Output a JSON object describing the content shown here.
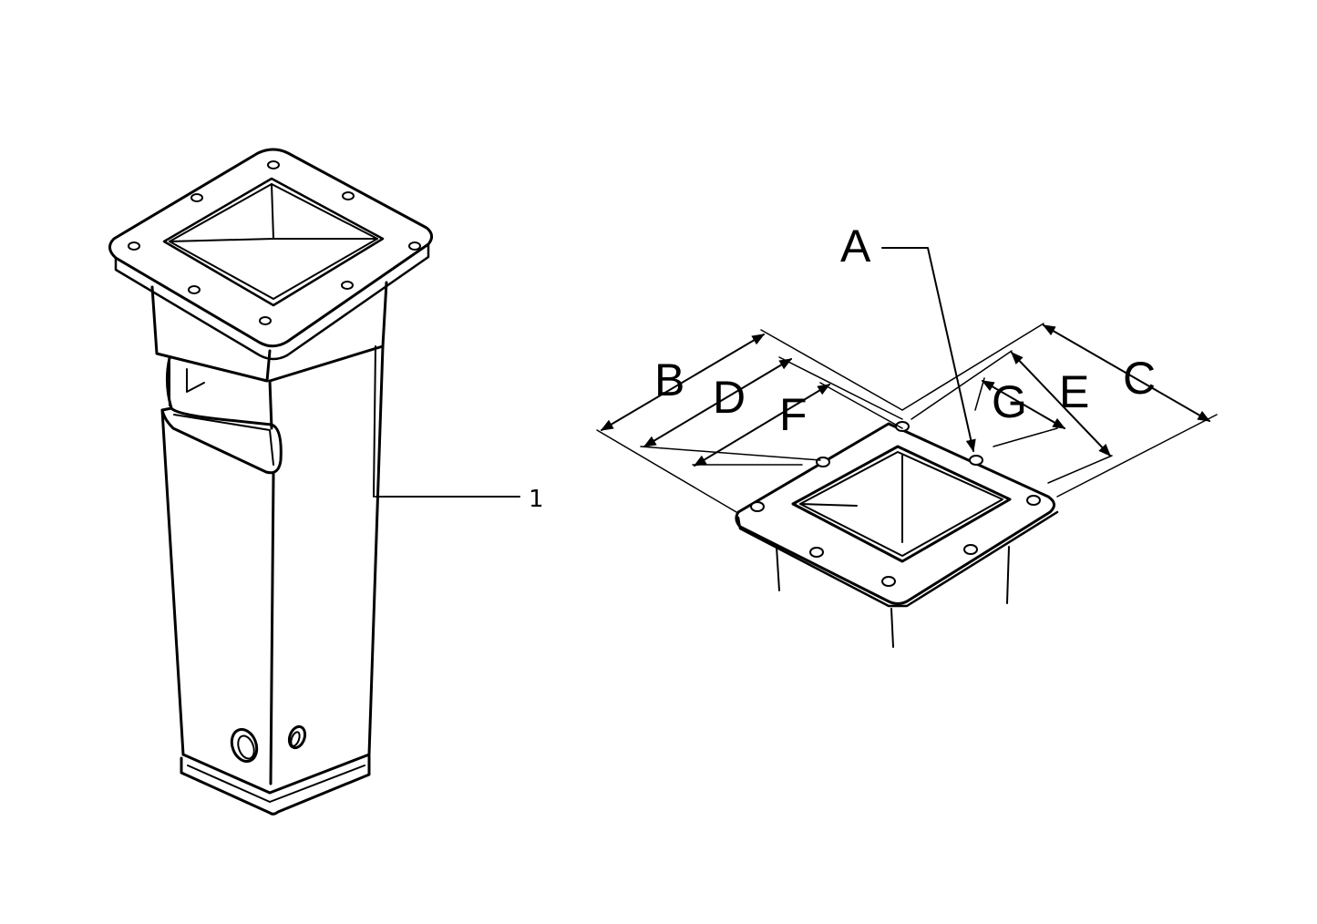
{
  "part_callout": {
    "number": "1"
  },
  "dimension_labels": {
    "A": "A",
    "B": "B",
    "C": "C",
    "D": "D",
    "E": "E",
    "F": "F",
    "G": "G"
  },
  "colors": {
    "line": "#000000",
    "background": "#ffffff"
  }
}
